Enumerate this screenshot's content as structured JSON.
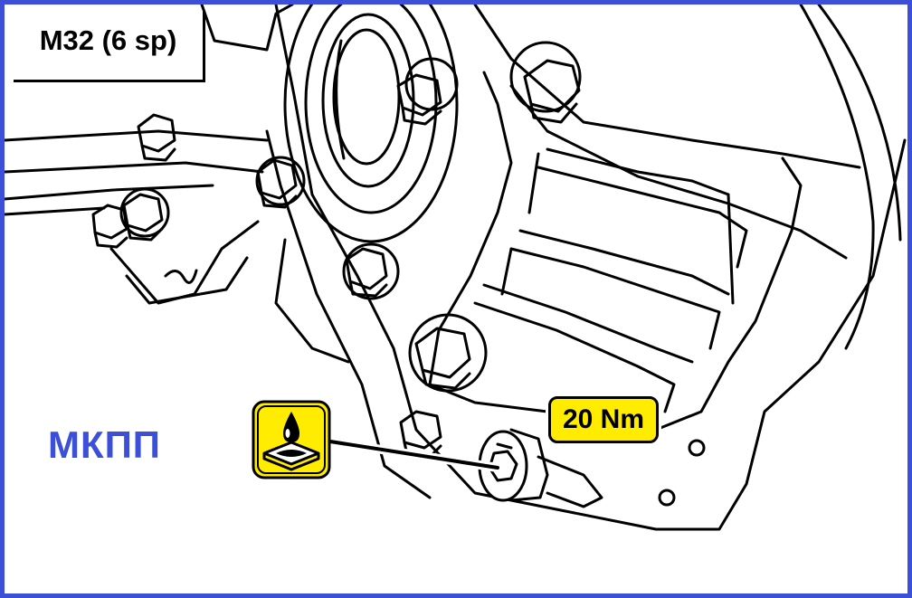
{
  "diagram": {
    "model_label": "M32 (6 sp)",
    "type_label": "МКПП",
    "torque_label": "20 Nm",
    "icons": {
      "oil": "oil-drop-icon",
      "drain_plug": "drain-plug-icon"
    },
    "colors": {
      "frame": "#3b4fd8",
      "type_label": "#3b4fd8",
      "badge": "#ffec00",
      "line": "#000000"
    }
  }
}
